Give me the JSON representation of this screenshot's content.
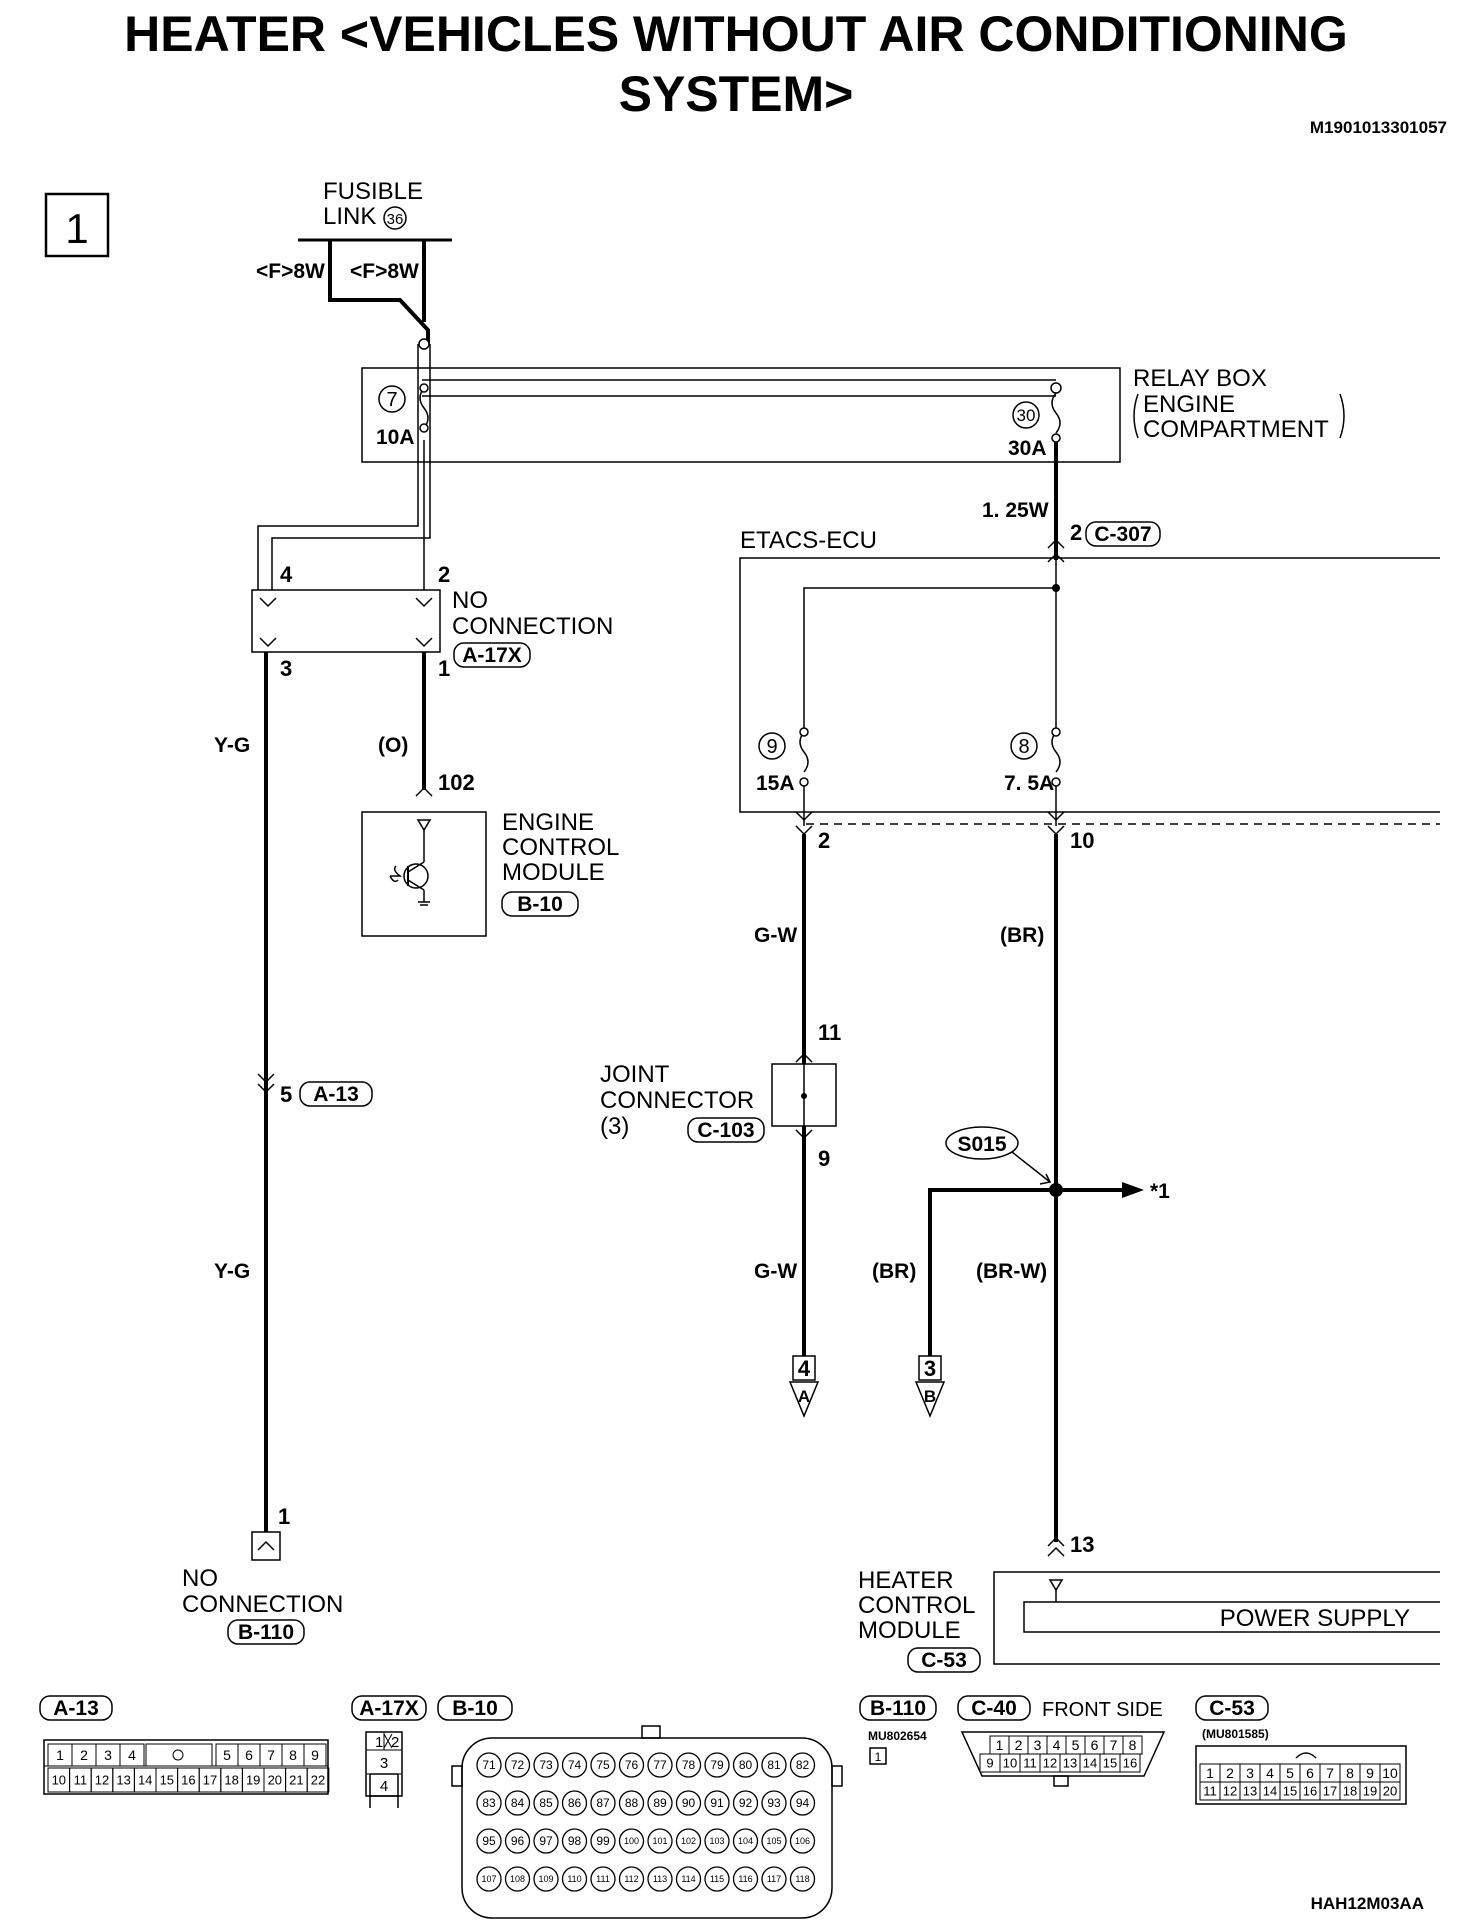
{
  "page": {
    "title_line1": "HEATER <VEHICLES WITHOUT AIR CONDITIONING",
    "title_line2": "SYSTEM>",
    "doc_id": "M1901013301057",
    "figure_id": "HAH12M03AA",
    "sheet_number": "1"
  },
  "diagram": {
    "fusible_link": {
      "line1": "FUSIBLE",
      "line2": "LINK",
      "number": "36",
      "wire_left": "<F>8W",
      "wire_right": "<F>8W"
    },
    "relay_box": {
      "line1": "RELAY BOX",
      "line2": "ENGINE",
      "line3": "COMPARTMENT",
      "fuse_a": {
        "number": "7",
        "rating": "10A"
      },
      "fuse_b": {
        "number": "30",
        "rating": "30A"
      }
    },
    "wire_125w": "1. 25W",
    "etacs": {
      "label": "ETACS-ECU",
      "connector_pin": "2",
      "connector": "C-307",
      "fuse_a": {
        "number": "9",
        "rating": "15A"
      },
      "fuse_b": {
        "number": "8",
        "rating": "7. 5A"
      },
      "out_pin_a": "2",
      "out_pin_b": "10"
    },
    "no_connection_a17x": {
      "line1": "NO",
      "line2": "CONNECTION",
      "connector": "A-17X",
      "pin_tl": "4",
      "pin_tr": "2",
      "pin_bl": "3",
      "pin_br": "1"
    },
    "ecm": {
      "line1": "ENGINE",
      "line2": "CONTROL",
      "line3": "MODULE",
      "connector": "B-10",
      "pin": "102"
    },
    "wires": {
      "yg1": "Y-G",
      "yg2": "Y-G",
      "o": "(O)",
      "gw1": "G-W",
      "gw2": "G-W",
      "br1": "(BR)",
      "br2": "(BR)",
      "brw": "(BR-W)"
    },
    "a13_inline": {
      "pin": "5",
      "connector": "A-13"
    },
    "b110": {
      "line1": "NO",
      "line2": "CONNECTION",
      "connector": "B-110",
      "pin": "1"
    },
    "joint": {
      "line1": "JOINT",
      "line2": "CONNECTOR",
      "line3": "(3)",
      "connector": "C-103",
      "pin_top": "11",
      "pin_bottom": "9"
    },
    "splice": {
      "label": "S015",
      "ref": "*1"
    },
    "offpage": {
      "a_pin": "4",
      "a_letter": "A",
      "b_pin": "3",
      "b_letter": "B"
    },
    "hcm": {
      "line1": "HEATER",
      "line2": "CONTROL",
      "line3": "MODULE",
      "connector": "C-53",
      "pin": "13",
      "power": "POWER SUPPLY"
    }
  },
  "connectors": {
    "a13": {
      "label": "A-13",
      "top_left": [
        "1",
        "2",
        "3",
        "4"
      ],
      "top_right": [
        "5",
        "6",
        "7",
        "8",
        "9"
      ],
      "bottom": [
        "10",
        "11",
        "12",
        "13",
        "14",
        "15",
        "16",
        "17",
        "18",
        "19",
        "20",
        "21",
        "22"
      ]
    },
    "a17x": {
      "label": "A-17X",
      "pins": [
        "1",
        "2",
        "3",
        "4"
      ]
    },
    "b10": {
      "label": "B-10",
      "rows": [
        [
          "71",
          "72",
          "73",
          "74",
          "75",
          "76",
          "77",
          "78",
          "79",
          "80",
          "81",
          "82"
        ],
        [
          "83",
          "84",
          "85",
          "86",
          "87",
          "88",
          "89",
          "90",
          "91",
          "92",
          "93",
          "94"
        ],
        [
          "95",
          "96",
          "97",
          "98",
          "99",
          "100",
          "101",
          "102",
          "103",
          "104",
          "105",
          "106"
        ],
        [
          "107",
          "108",
          "109",
          "110",
          "111",
          "112",
          "113",
          "114",
          "115",
          "116",
          "117",
          "118"
        ]
      ]
    },
    "b110": {
      "label": "B-110",
      "part": "MU802654",
      "pin": "1"
    },
    "c40": {
      "label": "C-40",
      "side": "FRONT SIDE",
      "top": [
        "1",
        "2",
        "3",
        "4",
        "5",
        "6",
        "7",
        "8"
      ],
      "bottom": [
        "9",
        "10",
        "11",
        "12",
        "13",
        "14",
        "15",
        "16"
      ]
    },
    "c53": {
      "label": "C-53",
      "part": "(MU801585)",
      "top": [
        "1",
        "2",
        "3",
        "4",
        "5",
        "6",
        "7",
        "8",
        "9",
        "10"
      ],
      "bottom": [
        "11",
        "12",
        "13",
        "14",
        "15",
        "16",
        "17",
        "18",
        "19",
        "20"
      ]
    }
  }
}
